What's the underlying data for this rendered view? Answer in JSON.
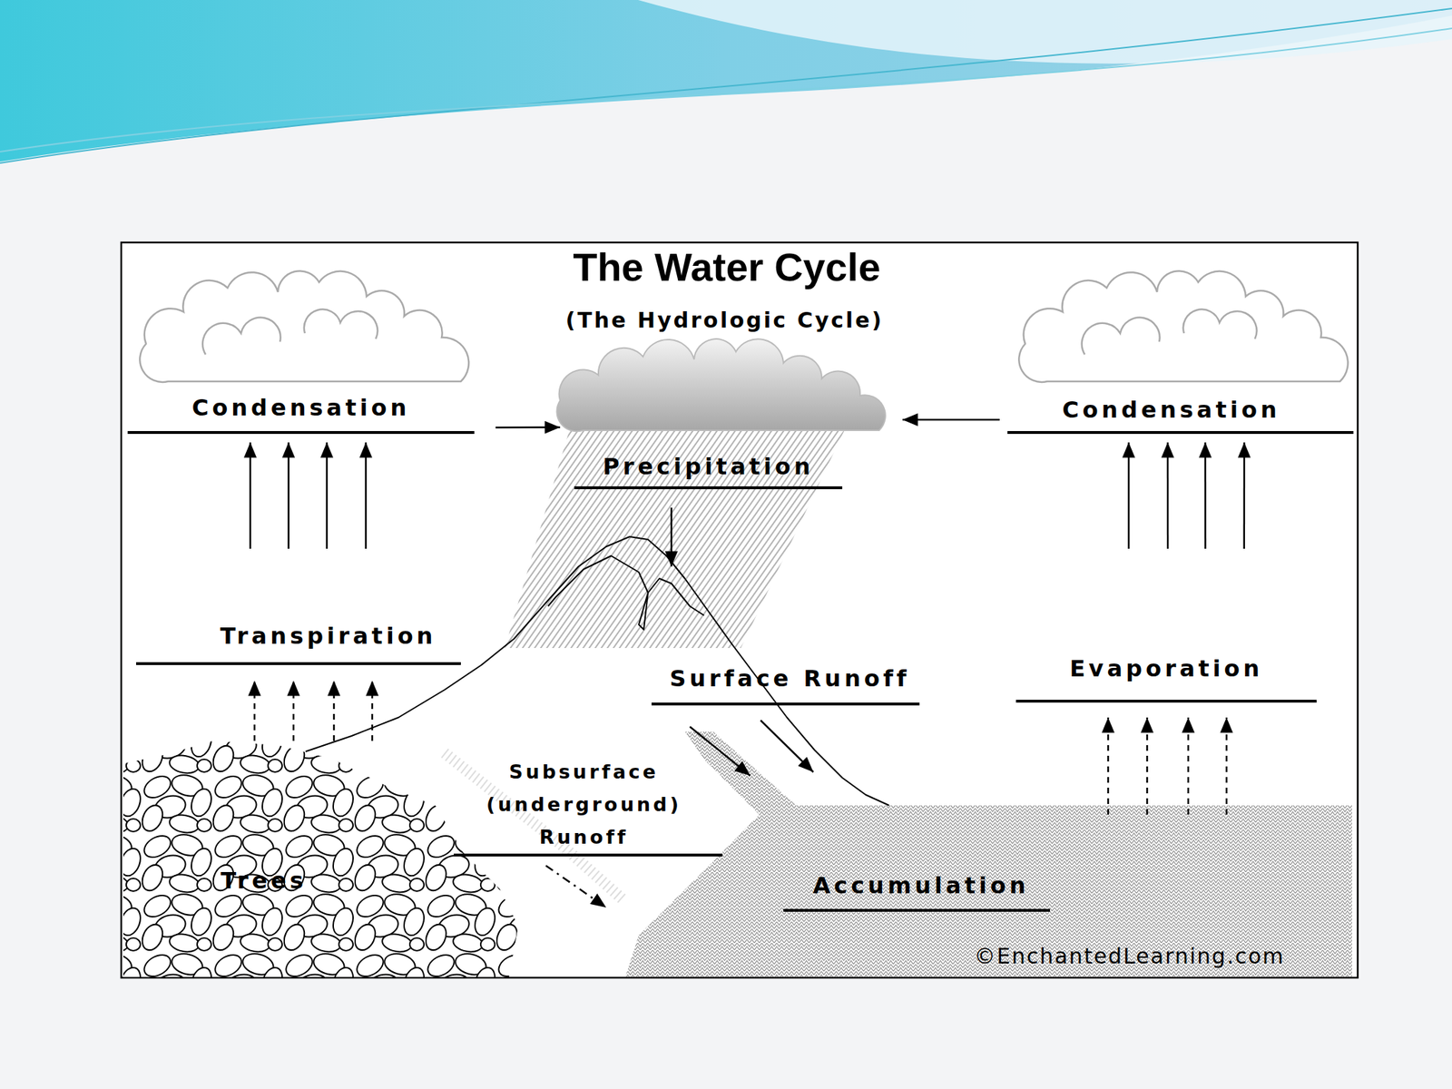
{
  "diagram": {
    "title": "The Water Cycle",
    "nodes": [
      {
        "text": [
          "Condensation"
        ]
      },
      {
        "text": [
          "Condensation"
        ]
      },
      {
        "text": [
          "Precipitation"
        ]
      },
      {
        "text": [
          "Transpiration"
        ]
      },
      {
        "text": [
          "Evaporation"
        ]
      },
      {
        "text": [
          "Surface Runoff"
        ]
      },
      {
        "text": [
          "Subsurface (underground) Runoff"
        ]
      },
      {
        "text": [
          "Accumulation"
        ]
      }
    ],
    "edges": [
      {
        "from": 0,
        "to": 2,
        "arrow": "to"
      },
      {
        "from": 1,
        "to": 2,
        "arrow": "to"
      },
      {
        "from": 3,
        "to": 0,
        "arrow": "to"
      },
      {
        "from": 4,
        "to": 1,
        "arrow": "to"
      },
      {
        "from": 5,
        "to": 7,
        "arrow": "to"
      },
      {
        "from": 6,
        "to": 7,
        "arrow": "to"
      }
    ],
    "labels": [
      "(The Hydrologic Cycle)",
      "Trees",
      "©EnchantedLearning.com"
    ]
  }
}
